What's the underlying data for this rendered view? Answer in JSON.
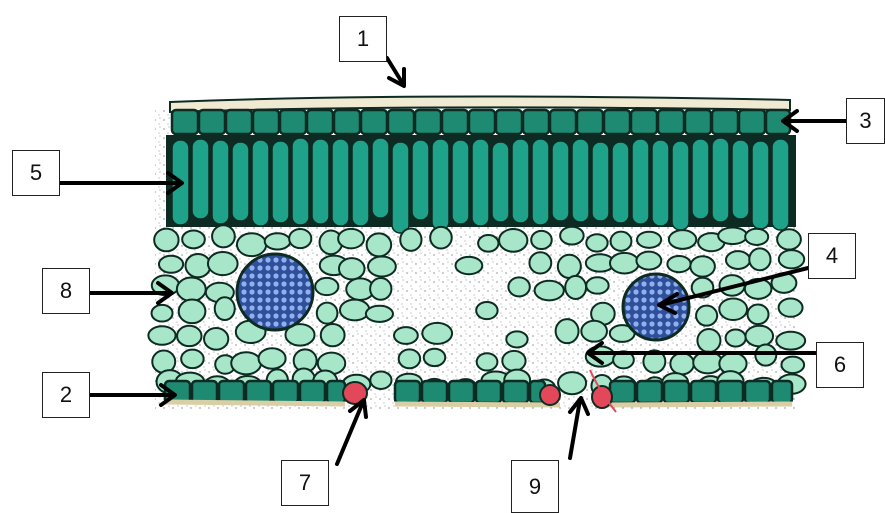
{
  "labels": {
    "l1": "1",
    "l2": "2",
    "l3": "3",
    "l4": "4",
    "l5": "5",
    "l6": "6",
    "l7": "7",
    "l8": "8",
    "l9": "9"
  },
  "colors": {
    "cuticle": "#f1ead2",
    "epidermis": "#1f8a72",
    "palisade": "#1ea38a",
    "spongy": "#a8e6c9",
    "vascular_bundle": "#5a7fc8",
    "guard_cell": "#e2475a",
    "cell_outline": "#0d2b22",
    "arrow": "#000000"
  }
}
